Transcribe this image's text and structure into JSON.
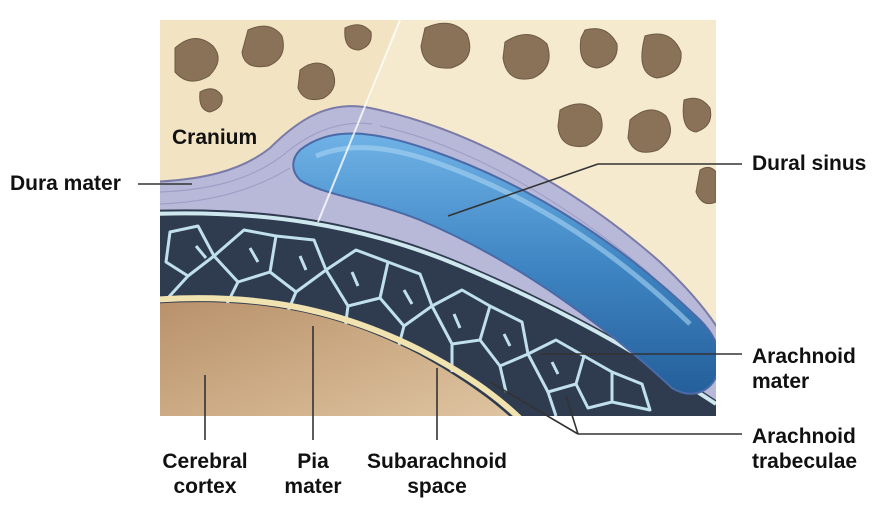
{
  "labels": {
    "cranium": "Cranium",
    "dura_mater": "Dura mater",
    "dural_sinus": "Dural sinus",
    "arachnoid_mater_1": "Arachnoid",
    "arachnoid_mater_2": "mater",
    "arachnoid_trabeculae_1": "Arachnoid",
    "arachnoid_trabeculae_2": "trabeculae",
    "cerebral_cortex_1": "Cerebral",
    "cerebral_cortex_2": "cortex",
    "pia_mater_1": "Pia",
    "pia_mater_2": "mater",
    "subarachnoid_space_1": "Subarachnoid",
    "subarachnoid_space_2": "space"
  },
  "colors": {
    "bone": "#f2e4c2",
    "bone_pore": "#8a7258",
    "dura": "#b8b8d8",
    "sinus": "#3f86c4",
    "arachnoid_dark": "#2f3b4f",
    "trabeculae_light": "#bfe0ec",
    "pia": "#f1e3b0",
    "cortex": "#c9a47a",
    "leader": "#333333"
  }
}
